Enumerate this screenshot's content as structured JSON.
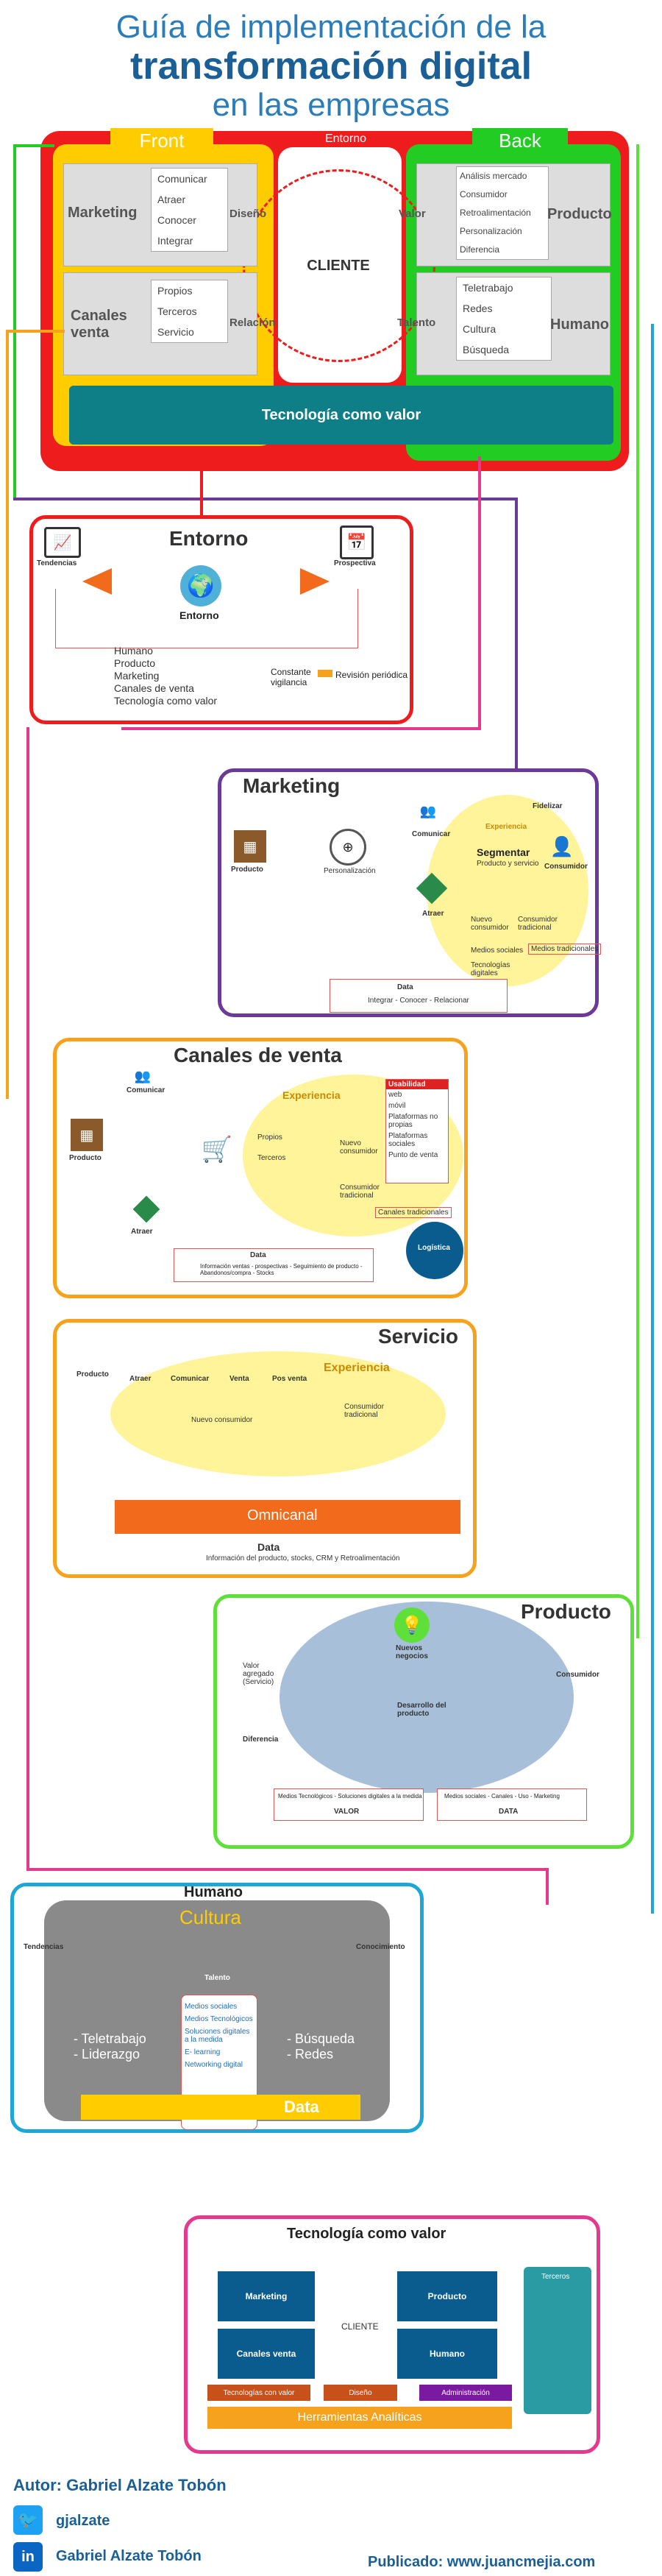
{
  "header": {
    "line1": "Guía de implementación de la",
    "line2": "transformación digital",
    "line3": "en las empresas"
  },
  "top": {
    "front": "Front",
    "entorno": "Entorno",
    "back": "Back",
    "marketing": "Marketing",
    "marketing_items": [
      "Comunicar",
      "Atraer",
      "Conocer",
      "Integrar"
    ],
    "canales": "Canales venta",
    "canales_items": [
      "Propios",
      "Terceros",
      "Servicio"
    ],
    "diseno": "Diseño",
    "relacion": "Relación",
    "cliente": "CLIENTE",
    "valor": "Valor",
    "talento": "Talento",
    "producto": "Producto",
    "producto_items": [
      "Análisis mercado",
      "Consumidor",
      "Retroalimentación",
      "Personalización",
      "Diferencia"
    ],
    "humano": "Humano",
    "humano_items": [
      "Teletrabajo",
      "Redes",
      "Cultura",
      "Búsqueda"
    ],
    "tecnologia": "Tecnología como valor"
  },
  "entorno": {
    "title": "Entorno",
    "tendencias": "Tendencias",
    "prospectiva": "Prospectiva",
    "center": "Entorno",
    "items": [
      "Humano",
      "Producto",
      "Marketing",
      "Canales de venta",
      "Tecnología como valor"
    ],
    "constante": "Constante vigilancia",
    "revision": "Revisión periódica"
  },
  "marketing": {
    "title": "Marketing",
    "producto": "Producto",
    "comunicar": "Comunicar",
    "personalizacion": "Personalización",
    "atraer": "Atraer",
    "experiencia": "Experiencia",
    "fidelizar": "Fidelizar",
    "segmentar": "Segmentar",
    "seg_sub": "Producto y servicio",
    "consumidor": "Consumidor",
    "nuevo": "Nuevo consumidor",
    "tradicional": "Consumidor tradicional",
    "medios": "Medios sociales",
    "tecnologias": "Tecnologías digitales",
    "medios_trad": "Medios tradicionales",
    "data": "Data",
    "data_sub": "Integrar - Conocer - Relacionar"
  },
  "canales": {
    "title": "Canales de venta",
    "comunicar": "Comunicar",
    "producto": "Producto",
    "atraer": "Atraer",
    "experiencia": "Experiencia",
    "propios": "Propios",
    "terceros": "Terceros",
    "nuevo": "Nuevo consumidor",
    "tradicional": "Consumidor tradicional",
    "usabilidad": "Usabilidad",
    "usab_items": [
      "web",
      "móvil",
      "Plataformas no propias",
      "Plataformas sociales",
      "Punto de venta"
    ],
    "canales_trad": "Canales tradicionales",
    "logistica": "Logística",
    "data": "Data",
    "data_sub": "Información ventas - prospectivas - Seguimiento de producto - Abandonos/compra - Stocks"
  },
  "servicio": {
    "title": "Servicio",
    "producto": "Producto",
    "atraer": "Atraer",
    "comunicar": "Comunicar",
    "venta": "Venta",
    "posventa": "Pos venta",
    "experiencia": "Experiencia",
    "nuevo": "Nuevo consumidor",
    "tradicional": "Consumidor tradicional",
    "omnicanal": "Omnicanal",
    "data": "Data",
    "data_sub": "Información del producto, stocks, CRM y Retroalimentación"
  },
  "producto": {
    "title": "Producto",
    "valor_agregado": "Valor agregado (Servicio)",
    "nuevos": "Nuevos negocios",
    "consumidor": "Consumidor",
    "diferencia": "Diferencia",
    "desarrollo": "Desarrollo del producto",
    "medios_tec": "Medios Tecnológicos - Soluciones digitales a la medida",
    "medios_soc": "Medios sociales - Canales - Uso - Marketing",
    "valor": "VALOR",
    "data": "DATA"
  },
  "humano": {
    "title": "Humano",
    "cultura": "Cultura",
    "tendencias": "Tendencias",
    "conocimiento": "Conocimiento",
    "talento": "Talento",
    "left": [
      "- Teletrabajo",
      "- Liderazgo"
    ],
    "right": [
      "- Búsqueda",
      "- Redes"
    ],
    "center_items": [
      "Medios sociales",
      "Medios Tecnológicos",
      "Soluciones digitales a la medida",
      "E- learning",
      "Networking digital"
    ],
    "data": "Data"
  },
  "tecnologia": {
    "title": "Tecnología como valor",
    "marketing": "Marketing",
    "canales": "Canales venta",
    "cliente": "CLIENTE",
    "producto": "Producto",
    "humano": "Humano",
    "terceros": "Terceros",
    "tec_valor": "Tecnologías con valor",
    "diseno": "Diseño",
    "administracion": "Administración",
    "herramientas": "Herramientas Analíticas"
  },
  "footer": {
    "autor": "Autor: Gabriel Alzate Tobón",
    "twitter": "gjalzate",
    "linkedin": "Gabriel Alzate Tobón",
    "publicado": "Publicado: www.juancmejia.com"
  },
  "colors": {
    "red": "#ee1c1c",
    "yellow": "#ffcc00",
    "green": "#22cc22",
    "teal": "#0e7f86",
    "purple": "#6a3a96",
    "orange": "#f7a21c",
    "lightgreen": "#5fdf3a",
    "cyan": "#1ea6d6",
    "pink": "#e33a8f"
  }
}
